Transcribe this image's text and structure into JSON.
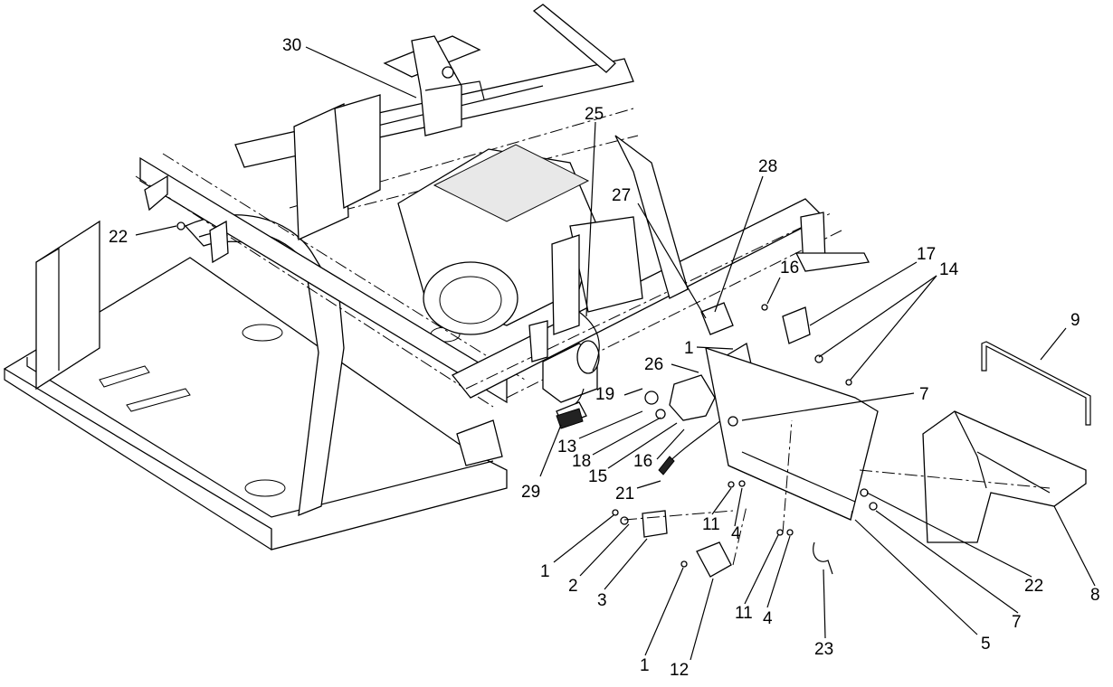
{
  "callouts": [
    {
      "id": "c30",
      "text": "30"
    },
    {
      "id": "c25",
      "text": "25"
    },
    {
      "id": "c22a",
      "text": "22"
    },
    {
      "id": "c28",
      "text": "28"
    },
    {
      "id": "c27",
      "text": "27"
    },
    {
      "id": "c17",
      "text": "17"
    },
    {
      "id": "c14",
      "text": "14"
    },
    {
      "id": "c16a",
      "text": "16"
    },
    {
      "id": "c9",
      "text": "9"
    },
    {
      "id": "c1a",
      "text": "1"
    },
    {
      "id": "c26",
      "text": "26"
    },
    {
      "id": "c7a",
      "text": "7"
    },
    {
      "id": "c19",
      "text": "19"
    },
    {
      "id": "c13",
      "text": "13"
    },
    {
      "id": "c18",
      "text": "18"
    },
    {
      "id": "c15",
      "text": "15"
    },
    {
      "id": "c16b",
      "text": "16"
    },
    {
      "id": "c29",
      "text": "29"
    },
    {
      "id": "c21",
      "text": "21"
    },
    {
      "id": "c11a",
      "text": "11"
    },
    {
      "id": "c4a",
      "text": "4"
    },
    {
      "id": "c1b",
      "text": "1"
    },
    {
      "id": "c2",
      "text": "2"
    },
    {
      "id": "c3",
      "text": "3"
    },
    {
      "id": "c1c",
      "text": "1"
    },
    {
      "id": "c12",
      "text": "12"
    },
    {
      "id": "c11b",
      "text": "11"
    },
    {
      "id": "c4b",
      "text": "4"
    },
    {
      "id": "c23",
      "text": "23"
    },
    {
      "id": "c5",
      "text": "5"
    },
    {
      "id": "c7b",
      "text": "7"
    },
    {
      "id": "c22b",
      "text": "22"
    },
    {
      "id": "c8",
      "text": "8"
    }
  ]
}
